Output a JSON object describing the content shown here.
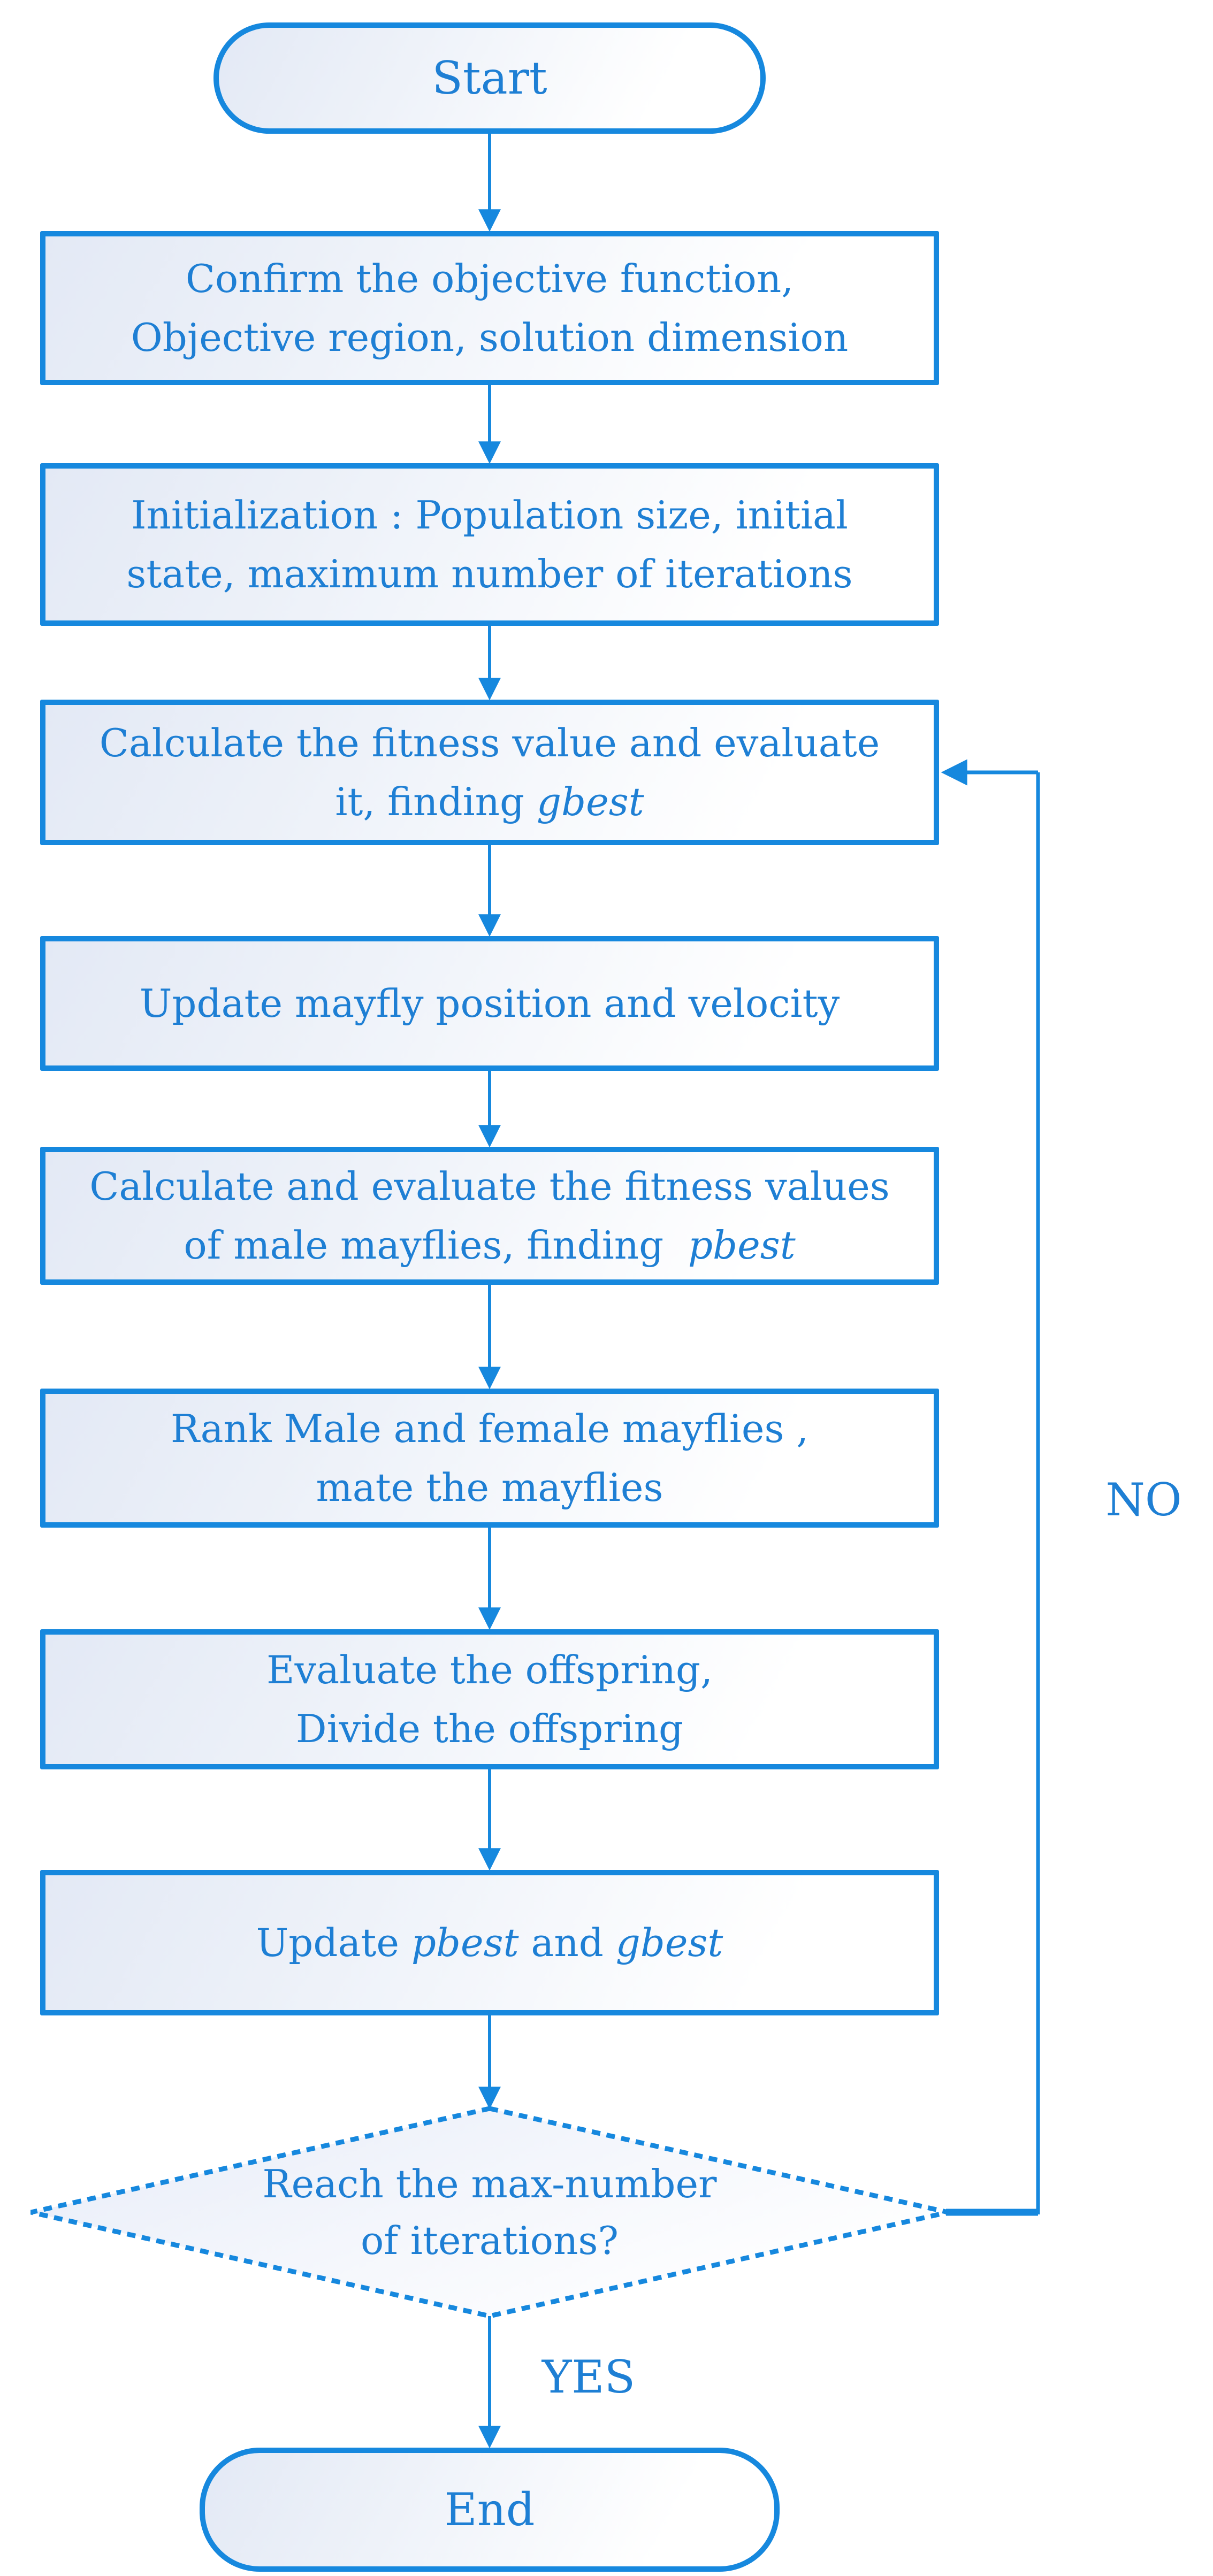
{
  "figure": {
    "type": "flowchart",
    "description": "Mayfly optimization algorithm flowchart"
  },
  "colors": {
    "accent_blue": "#1688DE",
    "text_blue": "#1E7FD4",
    "shape_fill_tint": "#e3e9f5"
  },
  "nodes": {
    "start": {
      "label": "Start",
      "shape": "stadium"
    },
    "confirm": {
      "line1": "Confirm the objective function,",
      "line2": "Objective region, solution dimension",
      "shape": "process"
    },
    "init": {
      "line1": "Initialization : Population size, initial",
      "line2": "state, maximum number of iterations",
      "shape": "process"
    },
    "fitness": {
      "line1": "Calculate the fitness value and evaluate",
      "line2_text": "it, finding ",
      "line2_italic": "gbest",
      "shape": "process"
    },
    "update_position": {
      "line1": "Update mayfly position and velocity",
      "shape": "process"
    },
    "male_fitness": {
      "line1": "Calculate and evaluate the fitness values",
      "line2_text": "of male mayflies, finding  ",
      "line2_italic": "pbest",
      "shape": "process"
    },
    "rank": {
      "line1": "Rank Male and female mayflies ,",
      "line2": "mate the mayflies",
      "shape": "process"
    },
    "offspring": {
      "line1": "Evaluate the offspring,",
      "line2": "Divide the offspring",
      "shape": "process"
    },
    "update_best": {
      "t1": "Update ",
      "i1": "pbest",
      "t2": " and ",
      "i2": "gbest",
      "shape": "process"
    },
    "decision": {
      "line1": "Reach the max-number",
      "line2": "of iterations?",
      "shape": "diamond"
    },
    "end": {
      "label": "End",
      "shape": "stadium"
    }
  },
  "edges": {
    "no_label": "NO",
    "yes_label": "YES"
  }
}
